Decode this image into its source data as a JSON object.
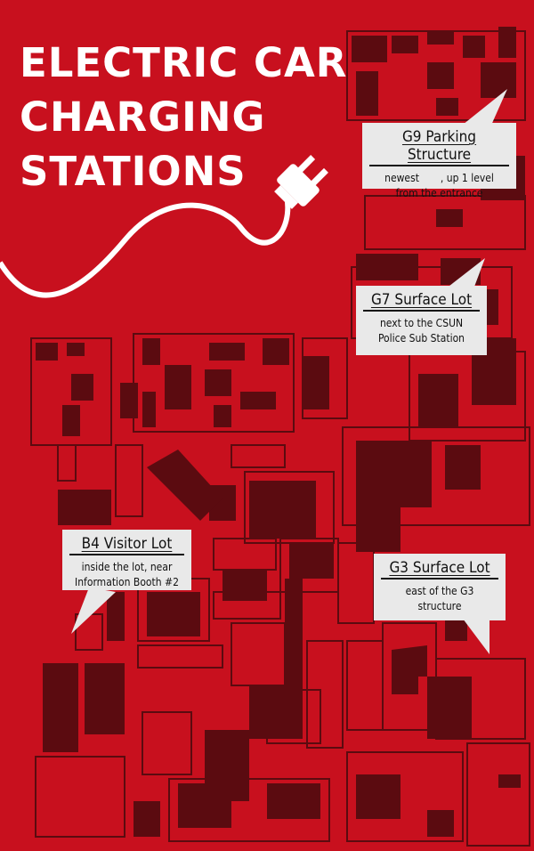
{
  "title": {
    "line1": "ELECTRIC CAR",
    "line2": "CHARGING",
    "line3": "STATIONS"
  },
  "colors": {
    "background": "#c8101e",
    "buildings": "#5b0b10",
    "callout": "#e9e9e9"
  },
  "icons": {
    "plug": "electric-plug-icon"
  },
  "callouts": [
    {
      "name": "G9 Parking Structure",
      "line1": "newest       , up 1 level",
      "line2": "from the entrance"
    },
    {
      "name": "G7 Surface Lot",
      "line1": "next to the CSUN",
      "line2": "Police Sub Station"
    },
    {
      "name": "B4 Visitor Lot",
      "line1": "inside the lot, near",
      "line2": "Information Booth #2"
    },
    {
      "name": "G3 Surface Lot",
      "line1": "east of the G3",
      "line2": "structure"
    }
  ]
}
